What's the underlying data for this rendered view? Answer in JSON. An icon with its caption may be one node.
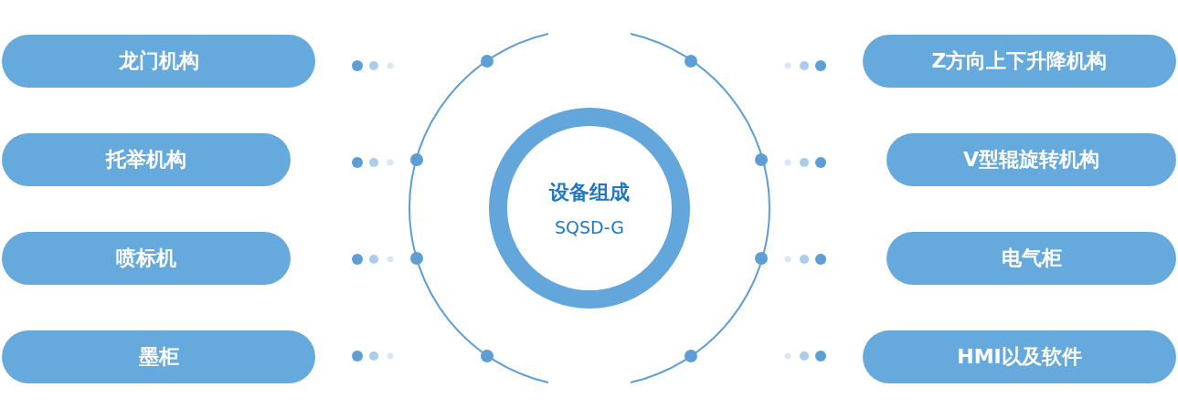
{
  "diagram": {
    "nodes": [
      {
        "text": [
          "龙门机构"
        ]
      },
      {
        "text": [
          "托举机构"
        ]
      },
      {
        "text": [
          "喷标机"
        ]
      },
      {
        "text": [
          "墨柜"
        ]
      },
      {
        "text": [
          "设备组成",
          "SQSD-G"
        ]
      },
      {
        "text": [
          "Z方向上下升降机构"
        ]
      },
      {
        "text": [
          "V型辊旋转机构"
        ]
      },
      {
        "text": [
          "电气柜"
        ]
      },
      {
        "text": [
          "HMI以及软件"
        ]
      }
    ]
  }
}
